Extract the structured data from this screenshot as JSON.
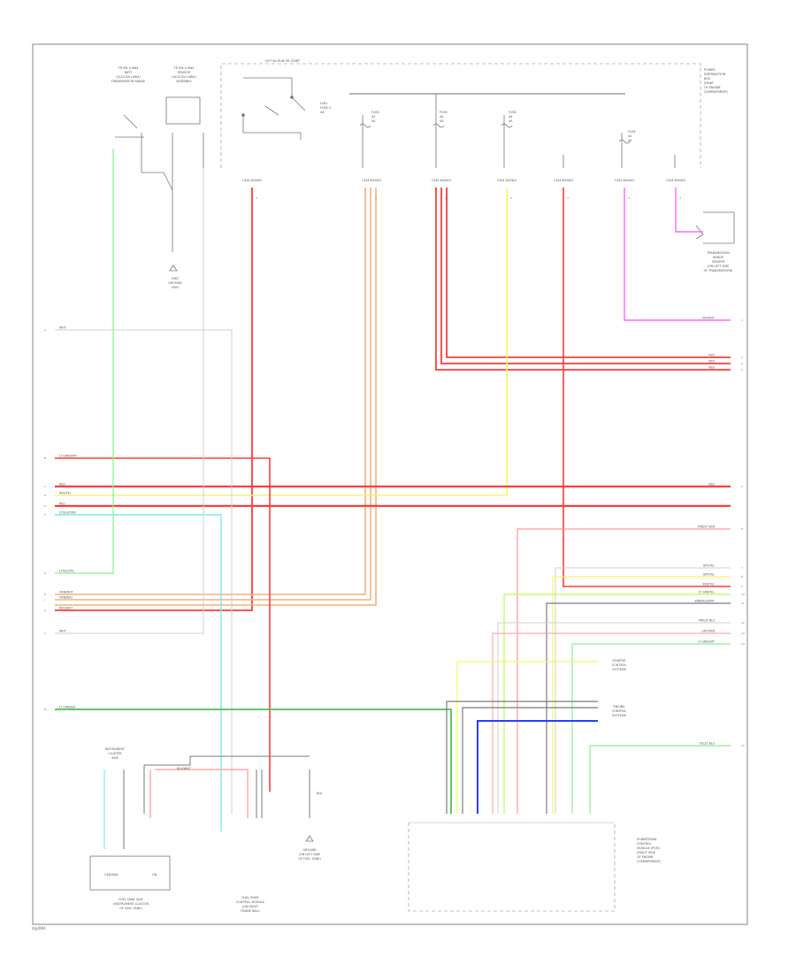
{
  "page_code": "4@4W4",
  "colors": {
    "red": "#ff3b3b",
    "pink": "#ff9a9a",
    "orange": "#f4b27a",
    "yellow": "#f5f56a",
    "green": "#4ec04e",
    "light_green": "#8aef8a",
    "lime": "#b6ff4f",
    "cyan": "#7fe8ee",
    "blue": "#2a3cff",
    "magenta": "#ff66ff",
    "gray": "#7a7a7a",
    "light_gray": "#cfcfcf",
    "black": "#222222"
  },
  "top_left_components": [
    {
      "id": "ts1",
      "lines": [
        "TR SW 4.4W4",
        "BATT",
        "(SLC0 B4 L4W4)",
        "TRANSMISSION RANGE"
      ]
    },
    {
      "id": "ts2",
      "lines": [
        "TR SW 4.4W4",
        "SENSOR",
        "(SLC0 B4 L4W4)",
        "ASSEMBLY"
      ]
    },
    {
      "id": "g1",
      "lines": [
        "ENG",
        "GROUND",
        "4W4"
      ]
    }
  ],
  "top_center": {
    "header": "HOT W/ RUN OR START",
    "fuse_labels": [
      {
        "id": "f1",
        "lines": [
          "FUEL",
          "FUSE 4",
          "4A"
        ]
      },
      {
        "id": "f2",
        "lines": [
          "FUSE",
          "44",
          "4A"
        ]
      },
      {
        "id": "f3",
        "lines": [
          "FUSE",
          "44",
          "4A"
        ]
      },
      {
        "id": "f4",
        "lines": [
          "FUSE",
          "44",
          "4A"
        ]
      },
      {
        "id": "f5",
        "lines": [
          "FUSE",
          "44",
          "4A"
        ]
      }
    ],
    "right_block": [
      "POWER",
      "DISTRIBUTION",
      "BOX",
      "(REAR",
      "OF ENGINE",
      "COMPARTMENT)"
    ]
  },
  "connector_codes": [
    "C444 W44W4",
    "C444 W44W4",
    "C444 W44W4",
    "C444 W44W4",
    "C444 W44W4",
    "C444 W44W4",
    "C444 W44W4"
  ],
  "connector_pins": [
    "4",
    "4",
    "4",
    "4",
    "4",
    "4",
    "4"
  ],
  "power_side_block": [
    "TRANSMISSION",
    "RANGE",
    "SENSOR",
    "(ON LEFT SIDE",
    "OF TRANSMISSION)"
  ],
  "left_wires": [
    {
      "label": "WHT",
      "idx": "A"
    },
    {
      "label": "LT GRN/WHT",
      "idx": "B"
    },
    {
      "label": "RED",
      "idx": "C"
    },
    {
      "label": "RED/YEL",
      "idx": "D"
    },
    {
      "label": "RED",
      "idx": "E"
    },
    {
      "label": "LT BLU/ORN",
      "idx": "F"
    },
    {
      "label": "LT BLU/YEL",
      "idx": "G"
    },
    {
      "label": "ORN/WHT",
      "idx": "H"
    },
    {
      "label": "ORN/RED",
      "idx": "J"
    },
    {
      "label": "RED/WHT",
      "idx": "K"
    },
    {
      "label": "WHT",
      "idx": "L"
    },
    {
      "label": "LT GRN/BLK",
      "idx": "M"
    }
  ],
  "right_wires": [
    {
      "label": "VIO/WHT",
      "idx": "1"
    },
    {
      "label": "RED",
      "idx": "2"
    },
    {
      "label": "RED",
      "idx": "3"
    },
    {
      "label": "RED",
      "idx": "4"
    },
    {
      "label": "RED",
      "idx": "5"
    },
    {
      "label": "PNK/LT GRN",
      "idx": "6"
    },
    {
      "label": "GRY/YEL",
      "idx": "7"
    },
    {
      "label": "GRY/YEL",
      "idx": "8"
    },
    {
      "label": "RED/YEL",
      "idx": "9"
    },
    {
      "label": "LT GRN/YEL",
      "idx": "10"
    },
    {
      "label": "BRN/BLK/WHT",
      "idx": "11"
    },
    {
      "label": "PNK/LT BLU",
      "idx": "12"
    },
    {
      "label": "GRY/ORN",
      "idx": "13"
    },
    {
      "label": "LT GRN/GRY",
      "idx": "14"
    },
    {
      "label": "YEL/LT BLU",
      "idx": "15"
    }
  ],
  "mid_right_labels": [
    {
      "id": "ml1",
      "lines": [
        "STARTER",
        "CONTROL",
        "SYSTEMS"
      ]
    },
    {
      "id": "ml2",
      "lines": [
        "ENGINE",
        "CONTROL",
        "SYSTEMS"
      ]
    }
  ],
  "bottom_components": [
    {
      "id": "tank",
      "lines": [
        "FUEL TANK UNIT",
        "(INSTRUMENT CLUSTER",
        "OF FUEL TANK)"
      ],
      "inner": [
        "C4@4W4",
        "ON"
      ]
    },
    {
      "id": "pump",
      "lines": [
        "FUEL PUMP",
        "CONTROL MODULE",
        "(ON RIGHT",
        "FRAME RAIL)"
      ]
    },
    {
      "id": "gnd",
      "lines": [
        "GROUND",
        "(ON LEFT SIDE",
        "OF FUEL TANK)"
      ]
    },
    {
      "id": "pcm",
      "lines": [
        "POWERTRAIN",
        "CONTROL",
        "MODULE (PCM)",
        "(RIGHT SIDE",
        "OF ENGINE",
        "COMPARTMENT)"
      ]
    }
  ],
  "bottom_left_block": [
    "INSTRUMENT",
    "CLUSTER",
    "4W4"
  ],
  "bottom_small_labels": [
    "BLK",
    "BLK/WHT"
  ]
}
